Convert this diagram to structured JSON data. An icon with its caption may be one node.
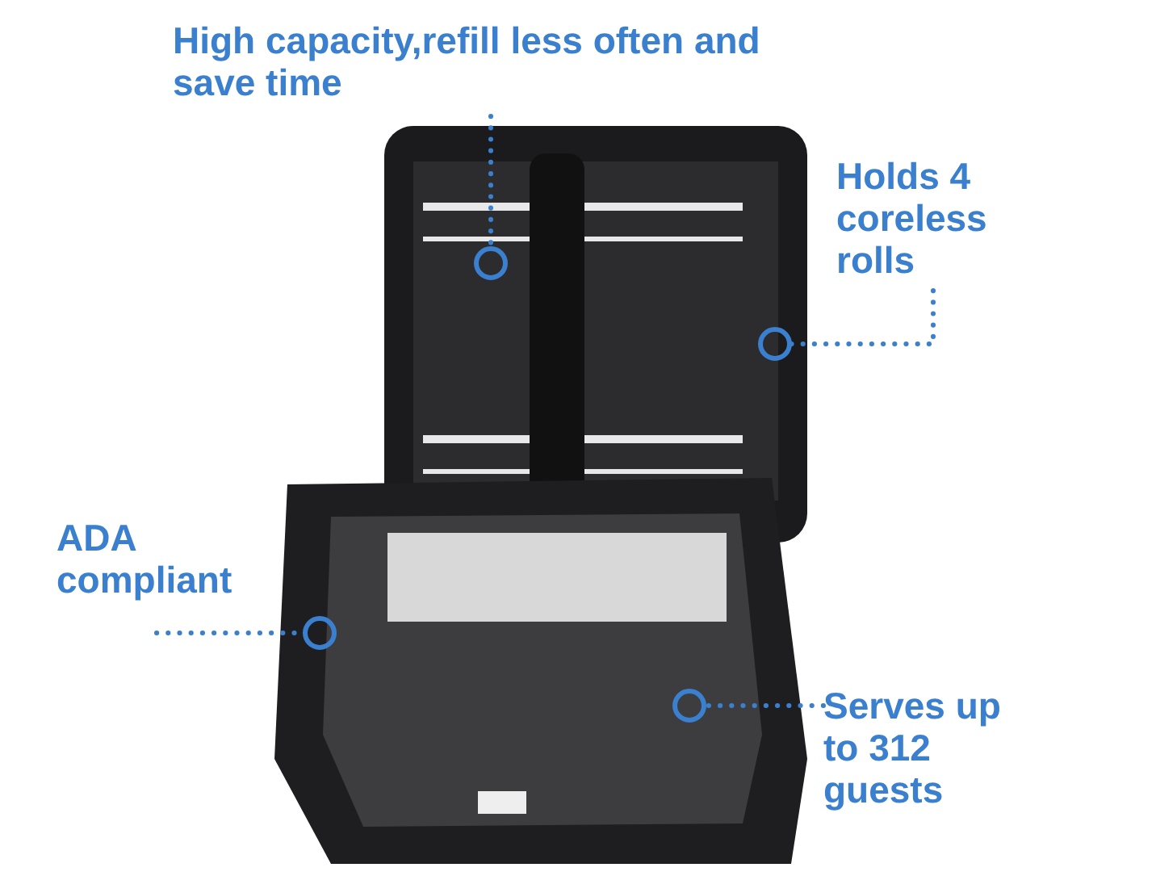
{
  "diagram": {
    "nodes": [
      {
        "text": [
          "High capacity,refill less often and save time"
        ]
      },
      {
        "text": [],
        "shape": "circle"
      },
      {
        "text": [
          "Holds 4 coreless rolls"
        ]
      },
      {
        "text": [],
        "shape": "circle"
      },
      {
        "text": [
          "ADA compliant"
        ]
      },
      {
        "text": [],
        "shape": "circle"
      },
      {
        "text": [],
        "shape": "circle"
      },
      {
        "text": [
          "Serves up to 312 guests"
        ]
      }
    ],
    "edges": [
      {
        "from": 0,
        "to": 1,
        "arrow": "none",
        "style": "dashed"
      },
      {
        "from": 2,
        "to": 3,
        "arrow": "none",
        "style": "dashed"
      },
      {
        "from": 4,
        "to": 5,
        "arrow": "none",
        "style": "dashed"
      },
      {
        "from": 7,
        "to": 6,
        "arrow": "none",
        "style": "dashed"
      }
    ]
  }
}
